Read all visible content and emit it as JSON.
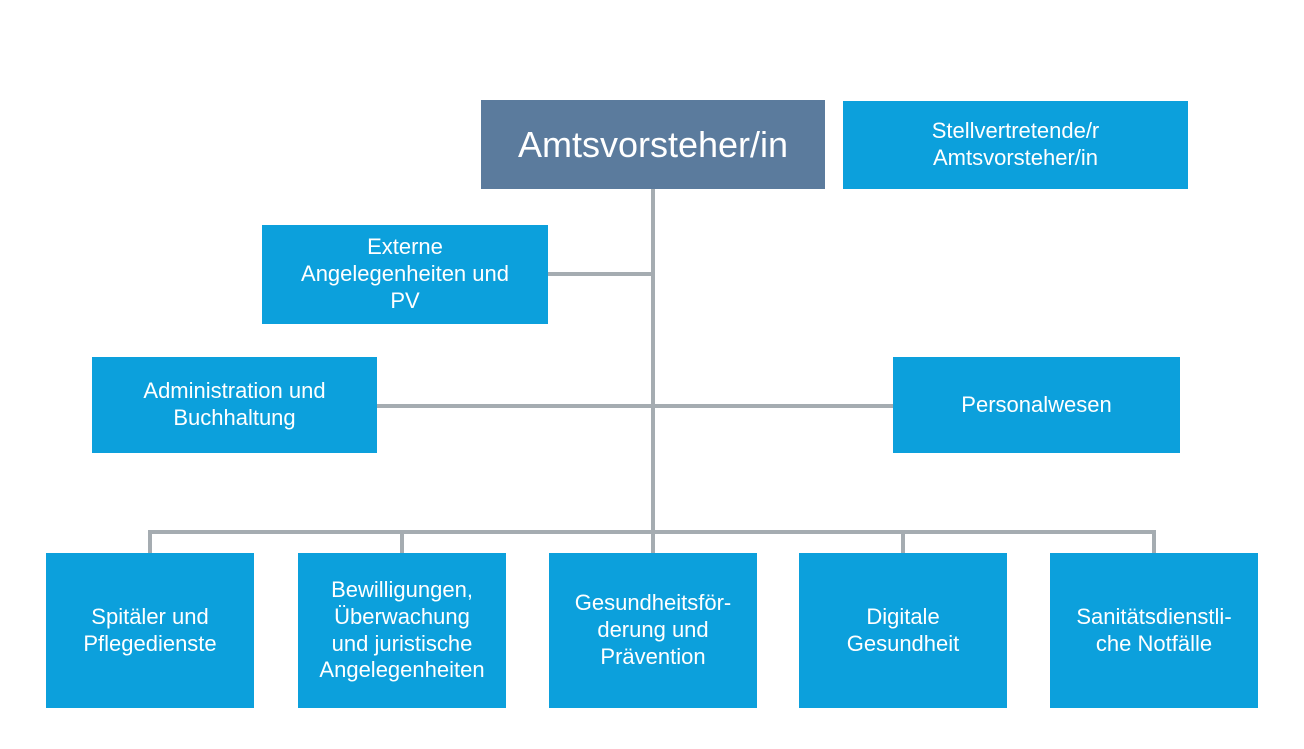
{
  "diagram": {
    "type": "org-chart",
    "language": "de",
    "colors": {
      "node_primary": "#0ca0dc",
      "node_head": "#5b7b9d",
      "connector": "#a5acb1",
      "text": "#ffffff",
      "background": "#ffffff"
    },
    "nodes": [
      {
        "id": "amtsvorsteher",
        "label": "Amtsvorsteher/in",
        "role": "head"
      },
      {
        "id": "stellvertreter",
        "label": "Stellvertretende/r\nAmtsvorsteher/in",
        "role": "deputy"
      },
      {
        "id": "externe",
        "label": "Externe\nAngelegenheiten und\nPV",
        "role": "staff-unit"
      },
      {
        "id": "administration",
        "label": "Administration und\nBuchhaltung",
        "role": "staff-unit"
      },
      {
        "id": "personalwesen",
        "label": "Personalwesen",
        "role": "staff-unit"
      },
      {
        "id": "spitaeler",
        "label": "Spitäler und\nPflegedienste",
        "role": "department"
      },
      {
        "id": "bewilligungen",
        "label": "Bewilligungen,\nÜberwachung\nund juristische\nAngelegenheiten",
        "role": "department"
      },
      {
        "id": "gesundheitsfoerderung",
        "label": "Gesundheitsför-\nderung und\nPrävention",
        "role": "department"
      },
      {
        "id": "digitale-gesundheit",
        "label": "Digitale\nGesundheit",
        "role": "department"
      },
      {
        "id": "sanitaetsdienstliche",
        "label": "Sanitätsdienstli-\nche Notfälle",
        "role": "department"
      }
    ],
    "edges": [
      {
        "from": "amtsvorsteher",
        "to": "externe"
      },
      {
        "from": "amtsvorsteher",
        "to": "administration"
      },
      {
        "from": "amtsvorsteher",
        "to": "personalwesen"
      },
      {
        "from": "amtsvorsteher",
        "to": "spitaeler"
      },
      {
        "from": "amtsvorsteher",
        "to": "bewilligungen"
      },
      {
        "from": "amtsvorsteher",
        "to": "gesundheitsfoerderung"
      },
      {
        "from": "amtsvorsteher",
        "to": "digitale-gesundheit"
      },
      {
        "from": "amtsvorsteher",
        "to": "sanitaetsdienstliche"
      }
    ]
  }
}
